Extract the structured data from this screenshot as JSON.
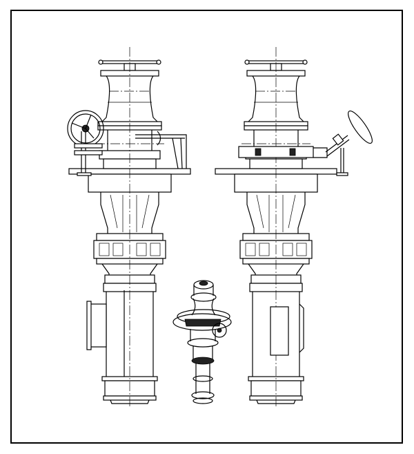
{
  "drawing": {
    "line_color": "#000000",
    "background_color": "#ffffff",
    "views": [
      "front-view",
      "side-view",
      "isometric-view"
    ]
  }
}
